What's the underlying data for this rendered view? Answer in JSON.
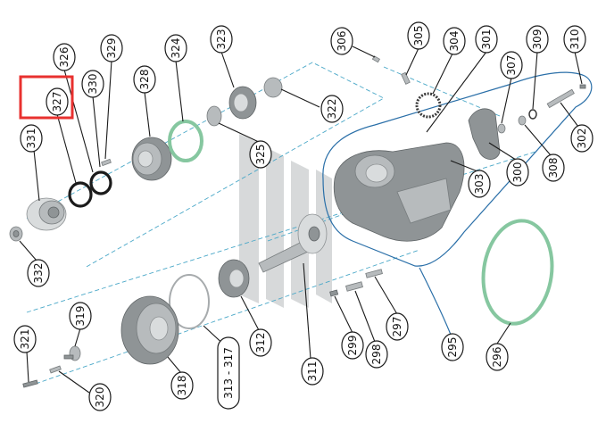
{
  "callouts": {
    "c327": "327",
    "c326": "326",
    "c329": "329",
    "c330": "330",
    "c328": "328",
    "c324": "324",
    "c323": "323",
    "c322": "322",
    "c325": "325",
    "c331": "331",
    "c332": "332",
    "c306": "306",
    "c305": "305",
    "c304": "304",
    "c301": "301",
    "c307": "307",
    "c309": "309",
    "c310": "310",
    "c302": "302",
    "c308": "308",
    "c300": "300",
    "c303": "303",
    "c296": "296",
    "c295": "295",
    "c297": "297",
    "c298": "298",
    "c299": "299",
    "c311": "311",
    "c312": "312",
    "c313": "313 - 317",
    "c318": "318",
    "c319": "319",
    "c320": "320",
    "c321": "321"
  },
  "colors": {
    "highlight": "#e8312f",
    "bracket": "#2a6fa8",
    "axis": "#4aa8c8",
    "gasket": "#86c7a0"
  },
  "highlighted_callout": "327"
}
